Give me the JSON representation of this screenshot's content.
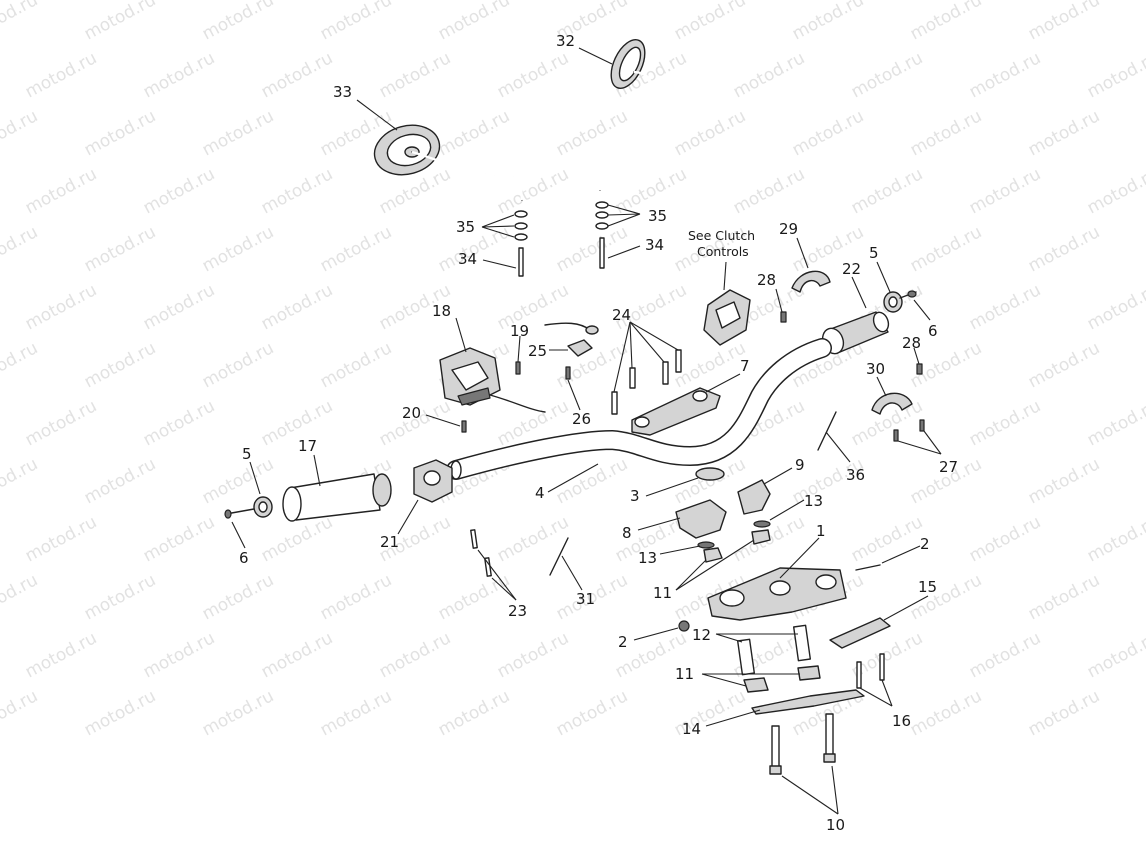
{
  "watermark": "motod.ru",
  "callouts": [
    "1",
    "2",
    "3",
    "4",
    "5",
    "6",
    "7",
    "8",
    "9",
    "10",
    "11",
    "12",
    "13",
    "14",
    "15",
    "16",
    "17",
    "18",
    "19",
    "20",
    "21",
    "22",
    "23",
    "24",
    "25",
    "26",
    "27",
    "28",
    "29",
    "30",
    "31",
    "32",
    "33",
    "34",
    "35",
    "36"
  ],
  "notes": {
    "see_clutch": [
      "See Clutch",
      "Controls"
    ]
  }
}
